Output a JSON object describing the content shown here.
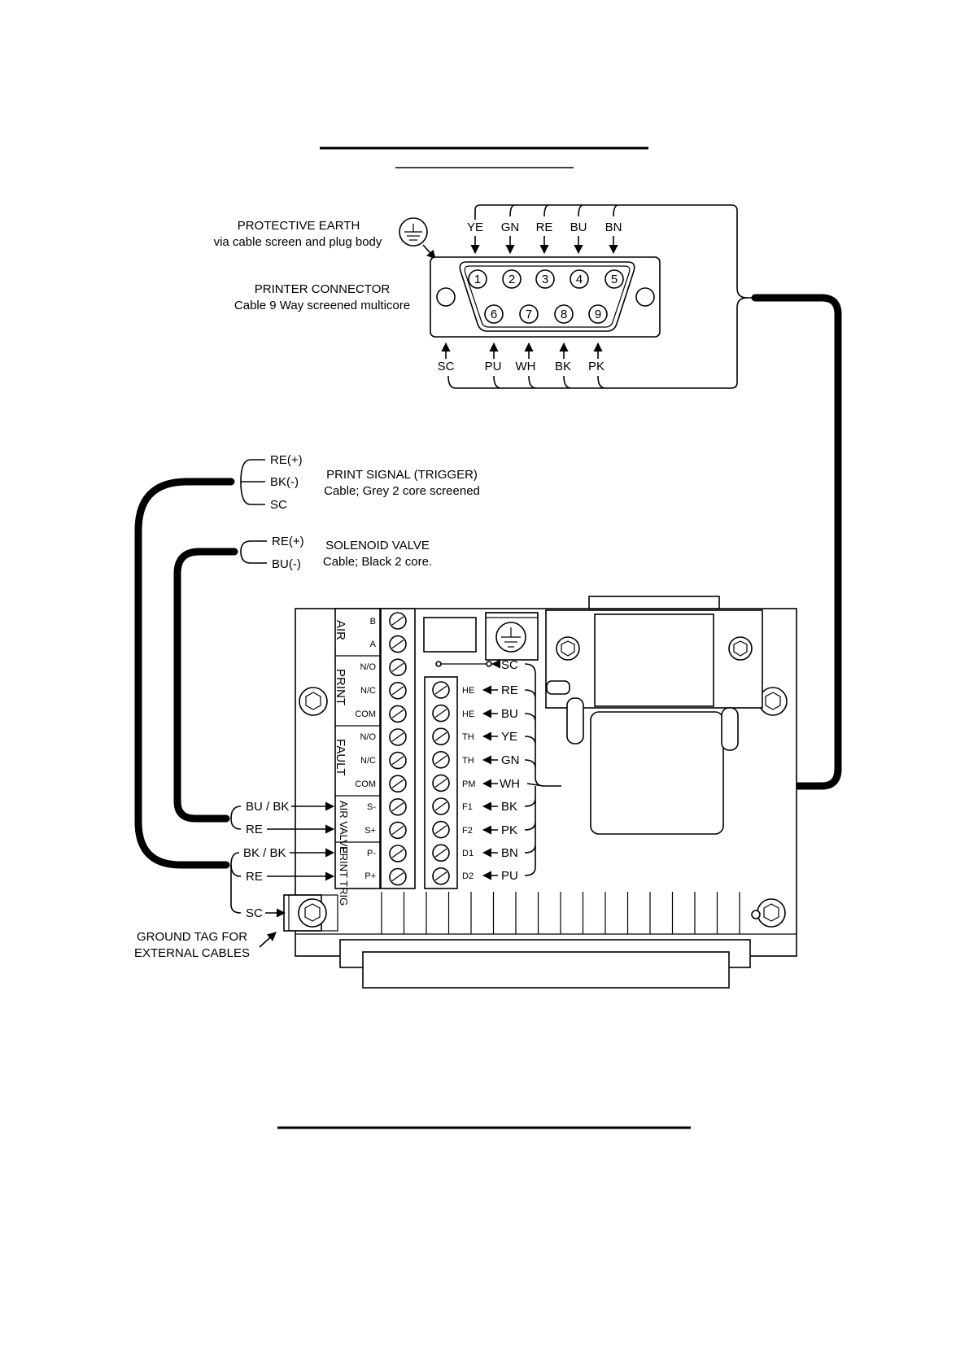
{
  "protective_earth": {
    "title": "PROTECTIVE EARTH",
    "subtitle": "via cable screen and plug body"
  },
  "printer_connector": {
    "title": "PRINTER CONNECTOR",
    "subtitle": "Cable 9 Way screened multicore",
    "pins": [
      "1",
      "2",
      "3",
      "4",
      "5",
      "6",
      "7",
      "8",
      "9"
    ],
    "top_wires": [
      "YE",
      "GN",
      "RE",
      "BU",
      "BN"
    ],
    "bottom_wires": [
      "SC",
      "PU",
      "WH",
      "BK",
      "PK"
    ]
  },
  "print_signal": {
    "title": "PRINT SIGNAL (TRIGGER)",
    "subtitle": "Cable; Grey 2 core screened",
    "wires": [
      "RE(+)",
      "BK(-)",
      "SC"
    ]
  },
  "solenoid_valve": {
    "title": "SOLENOID VALVE",
    "subtitle": "Cable; Black 2 core.",
    "wires": [
      "RE(+)",
      "BU(-)"
    ]
  },
  "left_terminals": {
    "groups": [
      {
        "name": "AIR",
        "pins": [
          "B",
          "A"
        ]
      },
      {
        "name": "PRINT",
        "pins": [
          "N/O",
          "N/C",
          "COM"
        ]
      },
      {
        "name": "FAULT",
        "pins": [
          "N/O",
          "N/C",
          "COM"
        ]
      },
      {
        "name": "AIR VALVE",
        "pins": [
          "S-",
          "S+"
        ]
      },
      {
        "name": "PRINT TRIG",
        "pins": [
          "P-",
          "P+"
        ]
      }
    ],
    "wire_labels": [
      "BU / BK",
      "RE",
      "BK / BK",
      "RE",
      "SC"
    ]
  },
  "right_terminals": {
    "pins": [
      "HE",
      "HE",
      "TH",
      "TH",
      "PM",
      "F1",
      "F2",
      "D1",
      "D2"
    ],
    "wires": [
      "RE",
      "BU",
      "YE",
      "GN",
      "WH",
      "BK",
      "PK",
      "BN",
      "PU"
    ],
    "screen_label": "SC"
  },
  "ground_tag": {
    "line1": "GROUND TAG FOR",
    "line2": "EXTERNAL CABLES"
  }
}
